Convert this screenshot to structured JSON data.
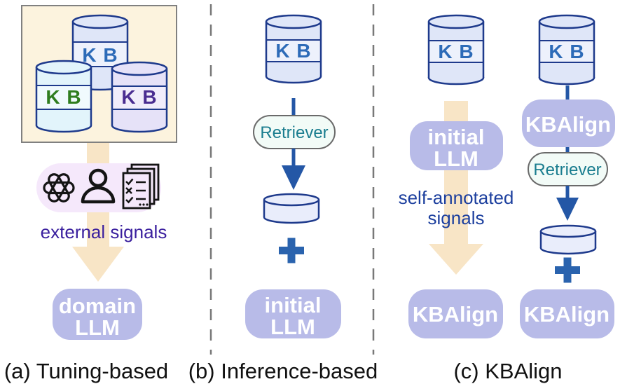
{
  "figure": {
    "panels": {
      "a": {
        "caption": "(a) Tuning-based",
        "kb_top": "K B",
        "kb_left": "K B",
        "kb_right": "K B",
        "icons": [
          "openai-icon",
          "user-icon",
          "checklist-icon"
        ],
        "signals_label": "external signals",
        "llm_line1": "domain",
        "llm_line2": "LLM"
      },
      "b": {
        "caption": "(b) Inference-based",
        "kb": "K B",
        "retriever_label": "Retriever",
        "plus_sign": "+",
        "llm_line1": "initial",
        "llm_line2": "LLM"
      },
      "c": {
        "caption": "(c) KBAlign",
        "left": {
          "kb": "K B",
          "llm_line1": "initial",
          "llm_line2": "LLM",
          "signals_line1": "self-annotated",
          "signals_line2": "signals",
          "kbalign_label": "KBAlign"
        },
        "right": {
          "kb": "K B",
          "kbalign_top_label": "KBAlign",
          "retriever_label": "Retriever",
          "plus_sign": "+",
          "kbalign_bottom_label": "KBAlign"
        }
      }
    },
    "colors": {
      "beige_panel_fill": "#fcf3de",
      "beige_arrow": "#f8e5c6",
      "cylinder_fill": "#dfe6f8",
      "cylinder_band_fill": "#edf1fc",
      "cylinder_cyan_fill": "#e2f4fb",
      "cylinder_lavender_fill": "#e6e2f8",
      "cylinder_stroke": "#1e3a8c",
      "kb_blue_text": "#2d6bb8",
      "kb_green_text": "#2f7d1f",
      "kb_purple_text": "#4a2d91",
      "purple_box_fill": "#b8bbe8",
      "pink_pill_fill": "#f5e8fb",
      "retriever_pill_fill": "#f2fbf7",
      "retriever_text": "#1a7d8f",
      "blue_connector": "#2457a6",
      "plus_blue": "#2a63ae",
      "external_signals_text": "#3a1f9e",
      "self_annotated_text": "#1c3f9e",
      "caption_text": "#111111"
    }
  }
}
